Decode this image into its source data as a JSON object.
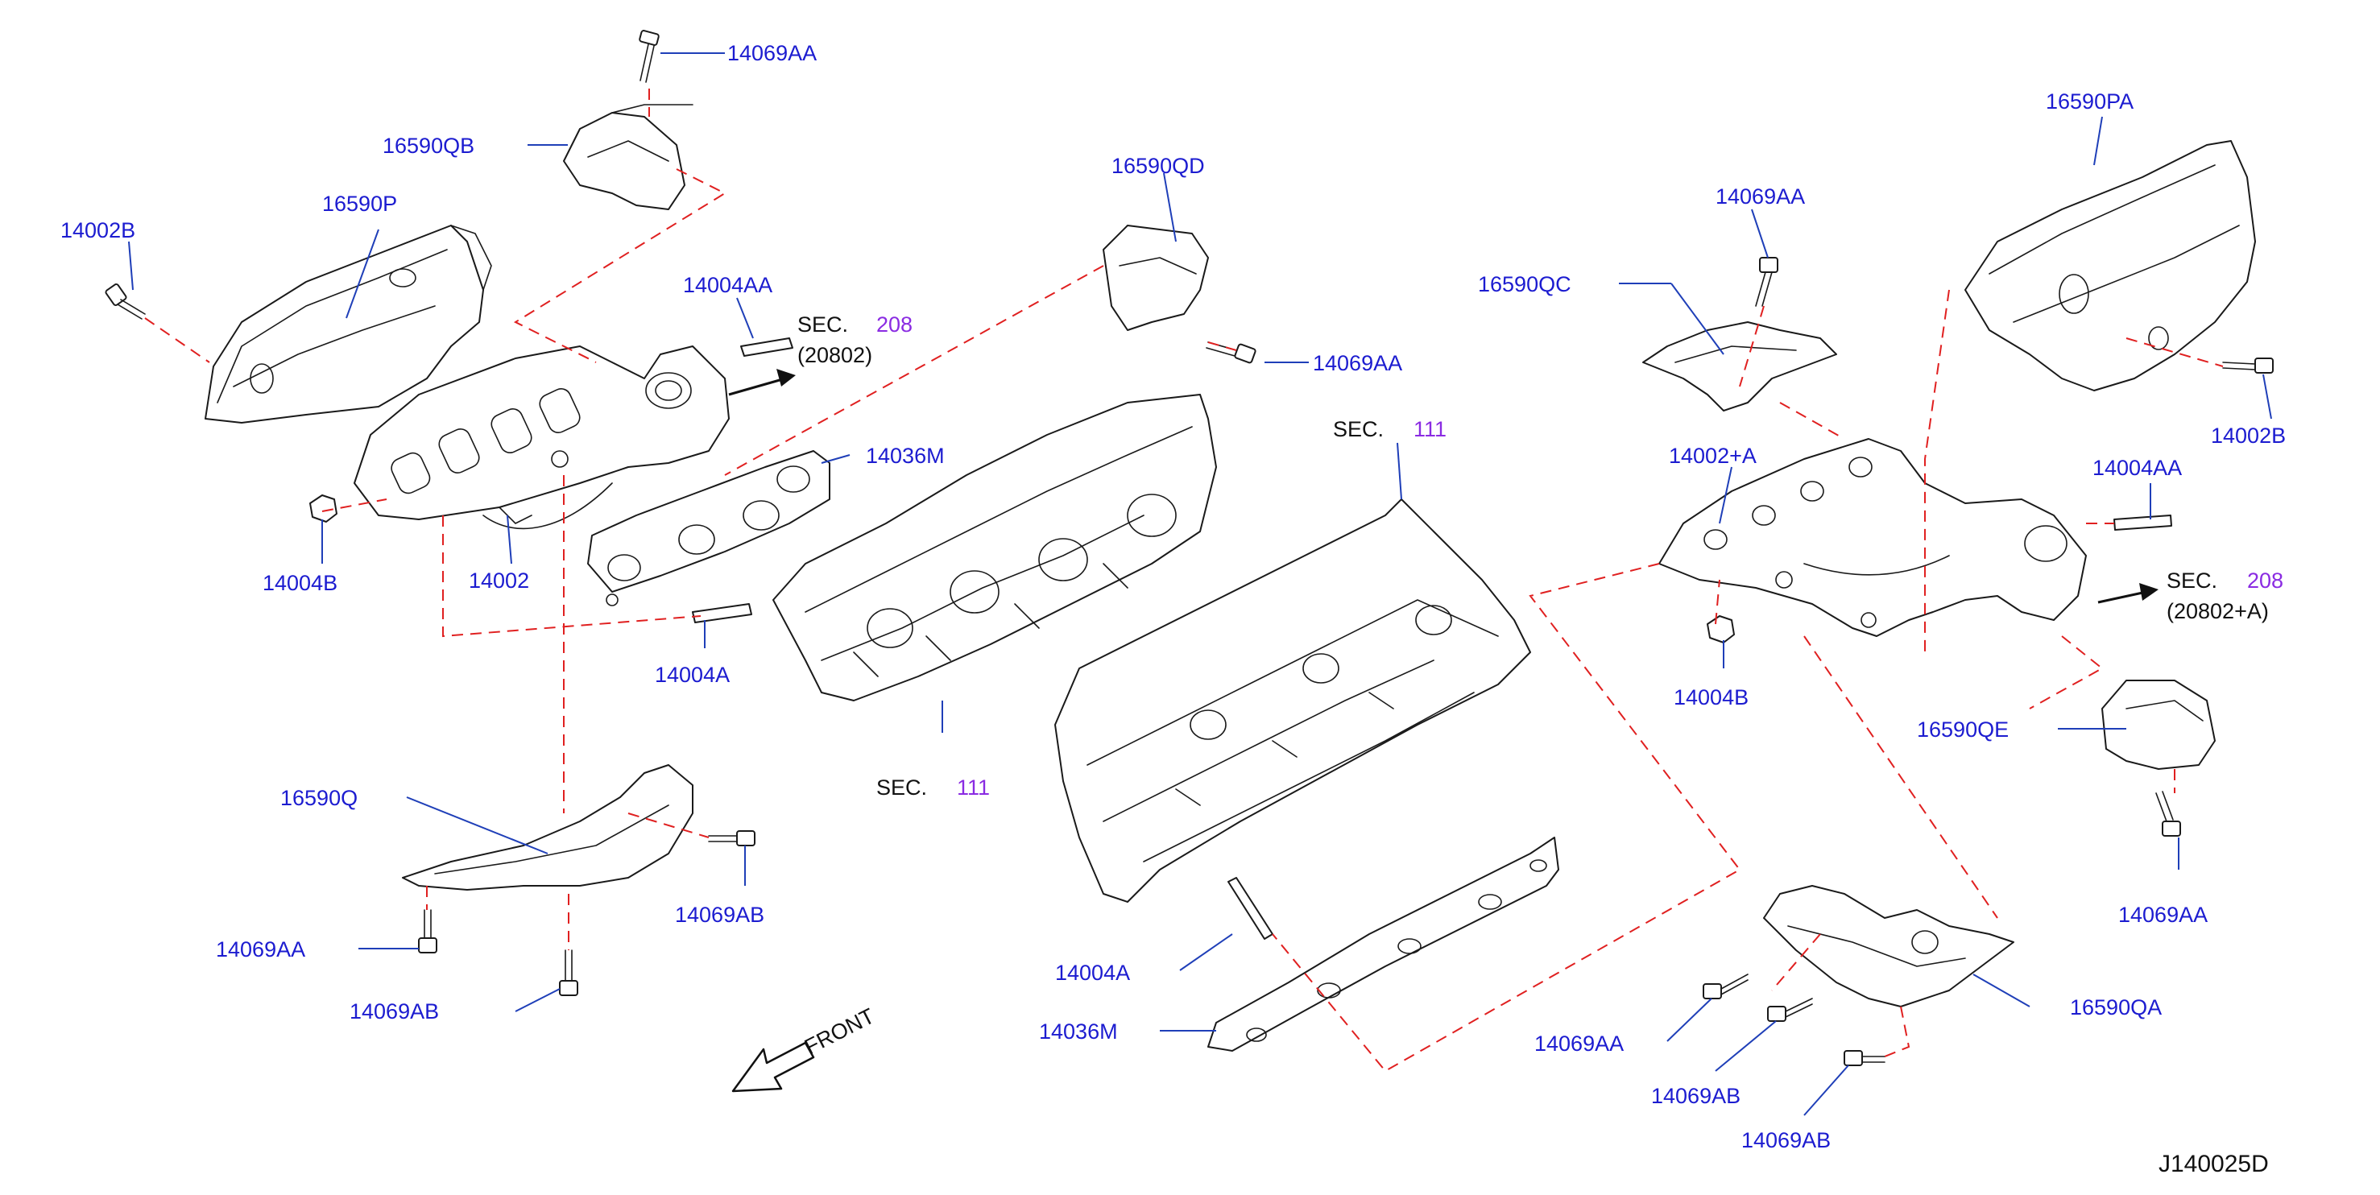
{
  "drawing_number": "J140025D",
  "front_label": "FRONT",
  "sec_refs": [
    {
      "id": "sec-208-left",
      "prefix": "SEC.",
      "number": "208",
      "sub": "(20802)"
    },
    {
      "id": "sec-208-right",
      "prefix": "SEC.",
      "number": "208",
      "sub": "(20802+A)"
    },
    {
      "id": "sec-111-top",
      "prefix": "SEC.",
      "number": "111"
    },
    {
      "id": "sec-111-bottom",
      "prefix": "SEC.",
      "number": "111"
    }
  ],
  "part_labels": [
    "14069AA",
    "16590QB",
    "16590P",
    "14002B",
    "14004AA",
    "14004B",
    "14002",
    "14036M",
    "14004A",
    "16590QD",
    "14069AA",
    "16590Q",
    "14069AB",
    "14069AA",
    "14069AB",
    "14004A",
    "14036M",
    "16590PA",
    "14069AA",
    "16590QC",
    "14002B",
    "14004AA",
    "14002+A",
    "14004B",
    "16590QE",
    "14069AA",
    "16590QA",
    "14069AA",
    "14069AB",
    "14069AB"
  ]
}
